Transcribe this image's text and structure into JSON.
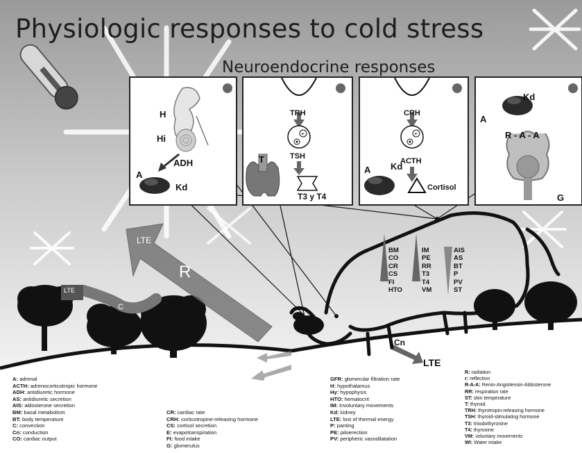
{
  "title": "Physiologic responses to cold stress",
  "subtitle": "Neuroendocrine responses",
  "panels": {
    "p1": {
      "H": "H",
      "Hi": "Hi",
      "ADH": "ADH",
      "A": "A",
      "Kd": "Kd"
    },
    "p2": {
      "TRH": "TRH",
      "TSH": "TSH",
      "T": "T",
      "T3yT4": "T3 y T4"
    },
    "p3": {
      "CRH": "CRH",
      "ACTH": "ACTH",
      "A": "A",
      "Kd": "Kd",
      "Cortisol": "Cortisol"
    },
    "p4": {
      "A": "A",
      "Kd": "Kd",
      "RAA": "R - A - A",
      "G": "G"
    }
  },
  "arrows": {
    "lte_big": "LTE",
    "r_big": "R",
    "lte_small": "LTE",
    "c_label": "C",
    "cn": "Cn",
    "lte_ground": "LTE"
  },
  "body_response": {
    "up1": [
      "BM",
      "CO",
      "CR",
      "CS",
      "FI",
      "HTO"
    ],
    "up2": [
      "IM",
      "PE",
      "RR",
      "T3",
      "T4",
      "VM"
    ],
    "down": [
      "AIS",
      "AS",
      "BT",
      "P",
      "PV",
      "ST"
    ]
  },
  "legend": {
    "col1": [
      {
        "abbr": "A:",
        "text": "adrenal"
      },
      {
        "abbr": "ACTH:",
        "text": "adrenocorticotropic hormone"
      },
      {
        "abbr": "ADH:",
        "text": "antidiuretic hormone"
      },
      {
        "abbr": "AS:",
        "text": "antidiuretic secretion"
      },
      {
        "abbr": "AIS:",
        "text": "aldosterone secretion"
      },
      {
        "abbr": "BM:",
        "text": "basal metabolism"
      },
      {
        "abbr": "BT:",
        "text": "body temperature"
      },
      {
        "abbr": "C:",
        "text": "convection"
      },
      {
        "abbr": "Cn:",
        "text": "conduction"
      },
      {
        "abbr": "CO:",
        "text": "cardiac output"
      }
    ],
    "col2": [
      {
        "abbr": "CR:",
        "text": "cardiac rate"
      },
      {
        "abbr": "CRH:",
        "text": "corticotropine-releasing hormone"
      },
      {
        "abbr": "CS:",
        "text": "cortisol secretion"
      },
      {
        "abbr": "E:",
        "text": "evapotranspiration"
      },
      {
        "abbr": "FI:",
        "text": "food intake"
      },
      {
        "abbr": "G:",
        "text": "glomerulus"
      }
    ],
    "col3": [
      {
        "abbr": "GFR:",
        "text": "glomerular filtration rate"
      },
      {
        "abbr": "H:",
        "text": "hypothalamus"
      },
      {
        "abbr": "Hy:",
        "text": "hypophysis"
      },
      {
        "abbr": "HTO:",
        "text": "hematocrit"
      },
      {
        "abbr": "IM:",
        "text": "involuntary movements"
      },
      {
        "abbr": "Kd:",
        "text": "kidney"
      },
      {
        "abbr": "LTE:",
        "text": "lost of thermal energy"
      },
      {
        "abbr": "P:",
        "text": "panting"
      },
      {
        "abbr": "PE:",
        "text": "piloerection"
      },
      {
        "abbr": "PV:",
        "text": "peripheric vasodilatation"
      }
    ],
    "col4": [
      {
        "abbr": "R:",
        "text": "radiation"
      },
      {
        "abbr": "r:",
        "text": "reflection"
      },
      {
        "abbr": "R-A-A:",
        "text": "Renin-Angiotensin-Aldosterone"
      },
      {
        "abbr": "RR:",
        "text": "respiration rate"
      },
      {
        "abbr": "ST:",
        "text": "skin temperature"
      },
      {
        "abbr": "T:",
        "text": "thyroid"
      },
      {
        "abbr": "TRH:",
        "text": "thyrotropin-releasing hormone"
      },
      {
        "abbr": "TSH:",
        "text": "thyroid-stimulating hormone"
      },
      {
        "abbr": "T3:",
        "text": "triiodothyronine"
      },
      {
        "abbr": "T4:",
        "text": "thyroxine"
      },
      {
        "abbr": "VM:",
        "text": "voluntary movements"
      },
      {
        "abbr": "WI:",
        "text": "Water intake"
      }
    ]
  }
}
